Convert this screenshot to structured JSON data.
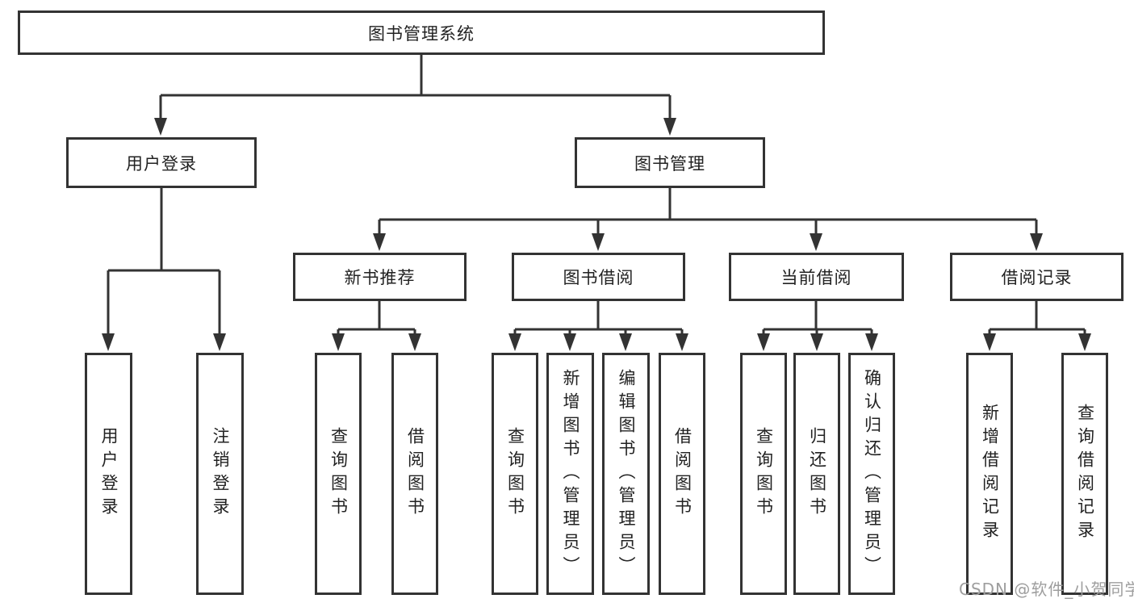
{
  "tree": {
    "root": {
      "label": "图书管理系统"
    },
    "level2": [
      {
        "label": "用户登录",
        "children": [
          {
            "label": "用户登录"
          },
          {
            "label": "注销登录"
          }
        ]
      },
      {
        "label": "图书管理",
        "children": [
          {
            "label": "新书推荐",
            "children": [
              {
                "label": "查询图书"
              },
              {
                "label": "借阅图书"
              }
            ]
          },
          {
            "label": "图书借阅",
            "children": [
              {
                "label": "查询图书"
              },
              {
                "label": "新增图书（管理员）"
              },
              {
                "label": "编辑图书（管理员）"
              },
              {
                "label": "借阅图书"
              }
            ]
          },
          {
            "label": "当前借阅",
            "children": [
              {
                "label": "查询图书"
              },
              {
                "label": "归还图书"
              },
              {
                "label": "确认归还（管理员）"
              }
            ]
          },
          {
            "label": "借阅记录",
            "children": [
              {
                "label": "新增借阅记录"
              },
              {
                "label": "查询借阅记录"
              }
            ]
          }
        ]
      }
    ]
  },
  "watermark": {
    "text": "CSDN @软件_小贺同学"
  },
  "colors": {
    "line": "#333333",
    "text": "#222222",
    "watermark": "#9e9e9e",
    "background": "#ffffff"
  }
}
